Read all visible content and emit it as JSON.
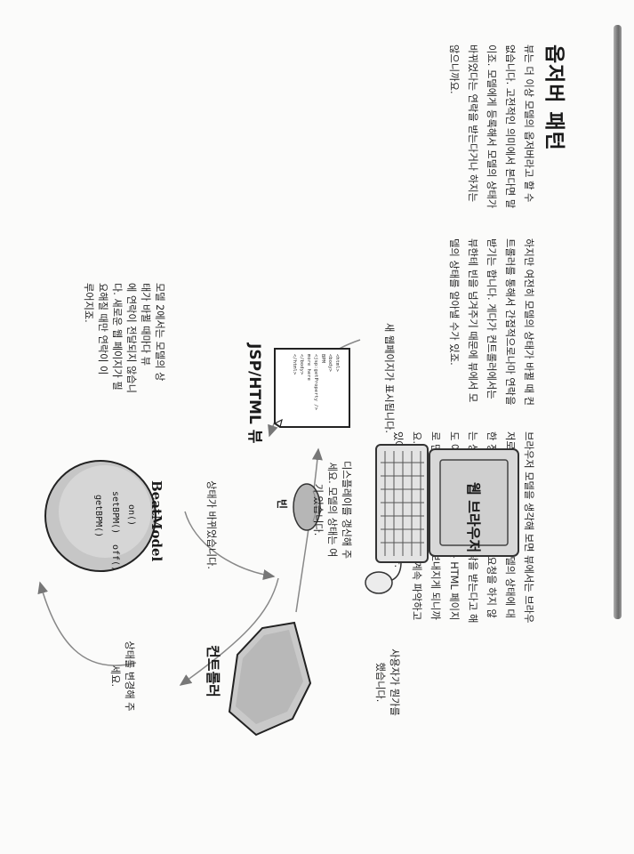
{
  "header": {
    "title": "옵저버 패턴"
  },
  "paragraphs": {
    "p1": "뷰는 더 이상 모델의 옵저버라고 할 수 없습니다. 고전적인 의미에서 본다면 말이죠. 모델에게 등록해서 모델의 상태가 바뀌었다는 연락을 받는다거나 하지는 않으니까요.",
    "p2": "하지만 여전히 모델의 상태가 바뀔 때 컨트롤러를 통해서 간접적으로나마 연락을 받기는 합니다. 게다가 컨트롤러에서는 뷰한테 빈을 넘겨주기 때문에 뷰에서 모델의 상태를 알아낼 수가 있죠.",
    "p3": "브라우저 모델을 생각해 보면 뷰에서는 브라우저로 HTTP 응답을 할 때만 모델의 상태에 대한 정보가 필요합니다. HTTP 요청을 하지 않는 상황에서는 모델로부터 연락을 받는다고 해도 아무 의미가 없습니다. 뷰는 HTML 페이지로 만들어져서 브라우저에게 보내지게 되니까요. 그래서 뷰에서 모델 상태를 계속 파악하고 있어야 할 이유가 전혀 없습니다."
  },
  "diagram": {
    "browser_label": "웹 브라우저",
    "view_label": "JSP/HTML 뷰",
    "bean_label": "빈",
    "controller_label": "컨트롤러",
    "model_label": "BeatModel",
    "model_methods": [
      "on()",
      "setBPM()",
      "off()",
      "getBPM()"
    ],
    "jsp_code": [
      "<html>",
      "<body>",
      "BPM",
      "<jsp:getProperty />",
      "more here",
      "</body>",
      "</html>"
    ],
    "edge_to_browser": "새 웹페이지가 표시됩니다.",
    "edge_browser_to_controller": "사용자가 뭔가를\n했습니다.",
    "edge_controller_to_model": "상태를 변경해 주\n세요.",
    "edge_model_to_controller": "상태가 바뀌었습니다.",
    "edge_controller_to_view": "디스플레이를 갱신해 주\n세요. 모델의 상태는 여\n기 있습니다.",
    "note": "모델 2에서는 모델의 상\n태가 바뀔 때마다 뷰\n에 연락이 전달되지 않습니\n다. 새로운 웹 페이지가 필\n요해질 때만 연락이 이\n루어지죠."
  }
}
